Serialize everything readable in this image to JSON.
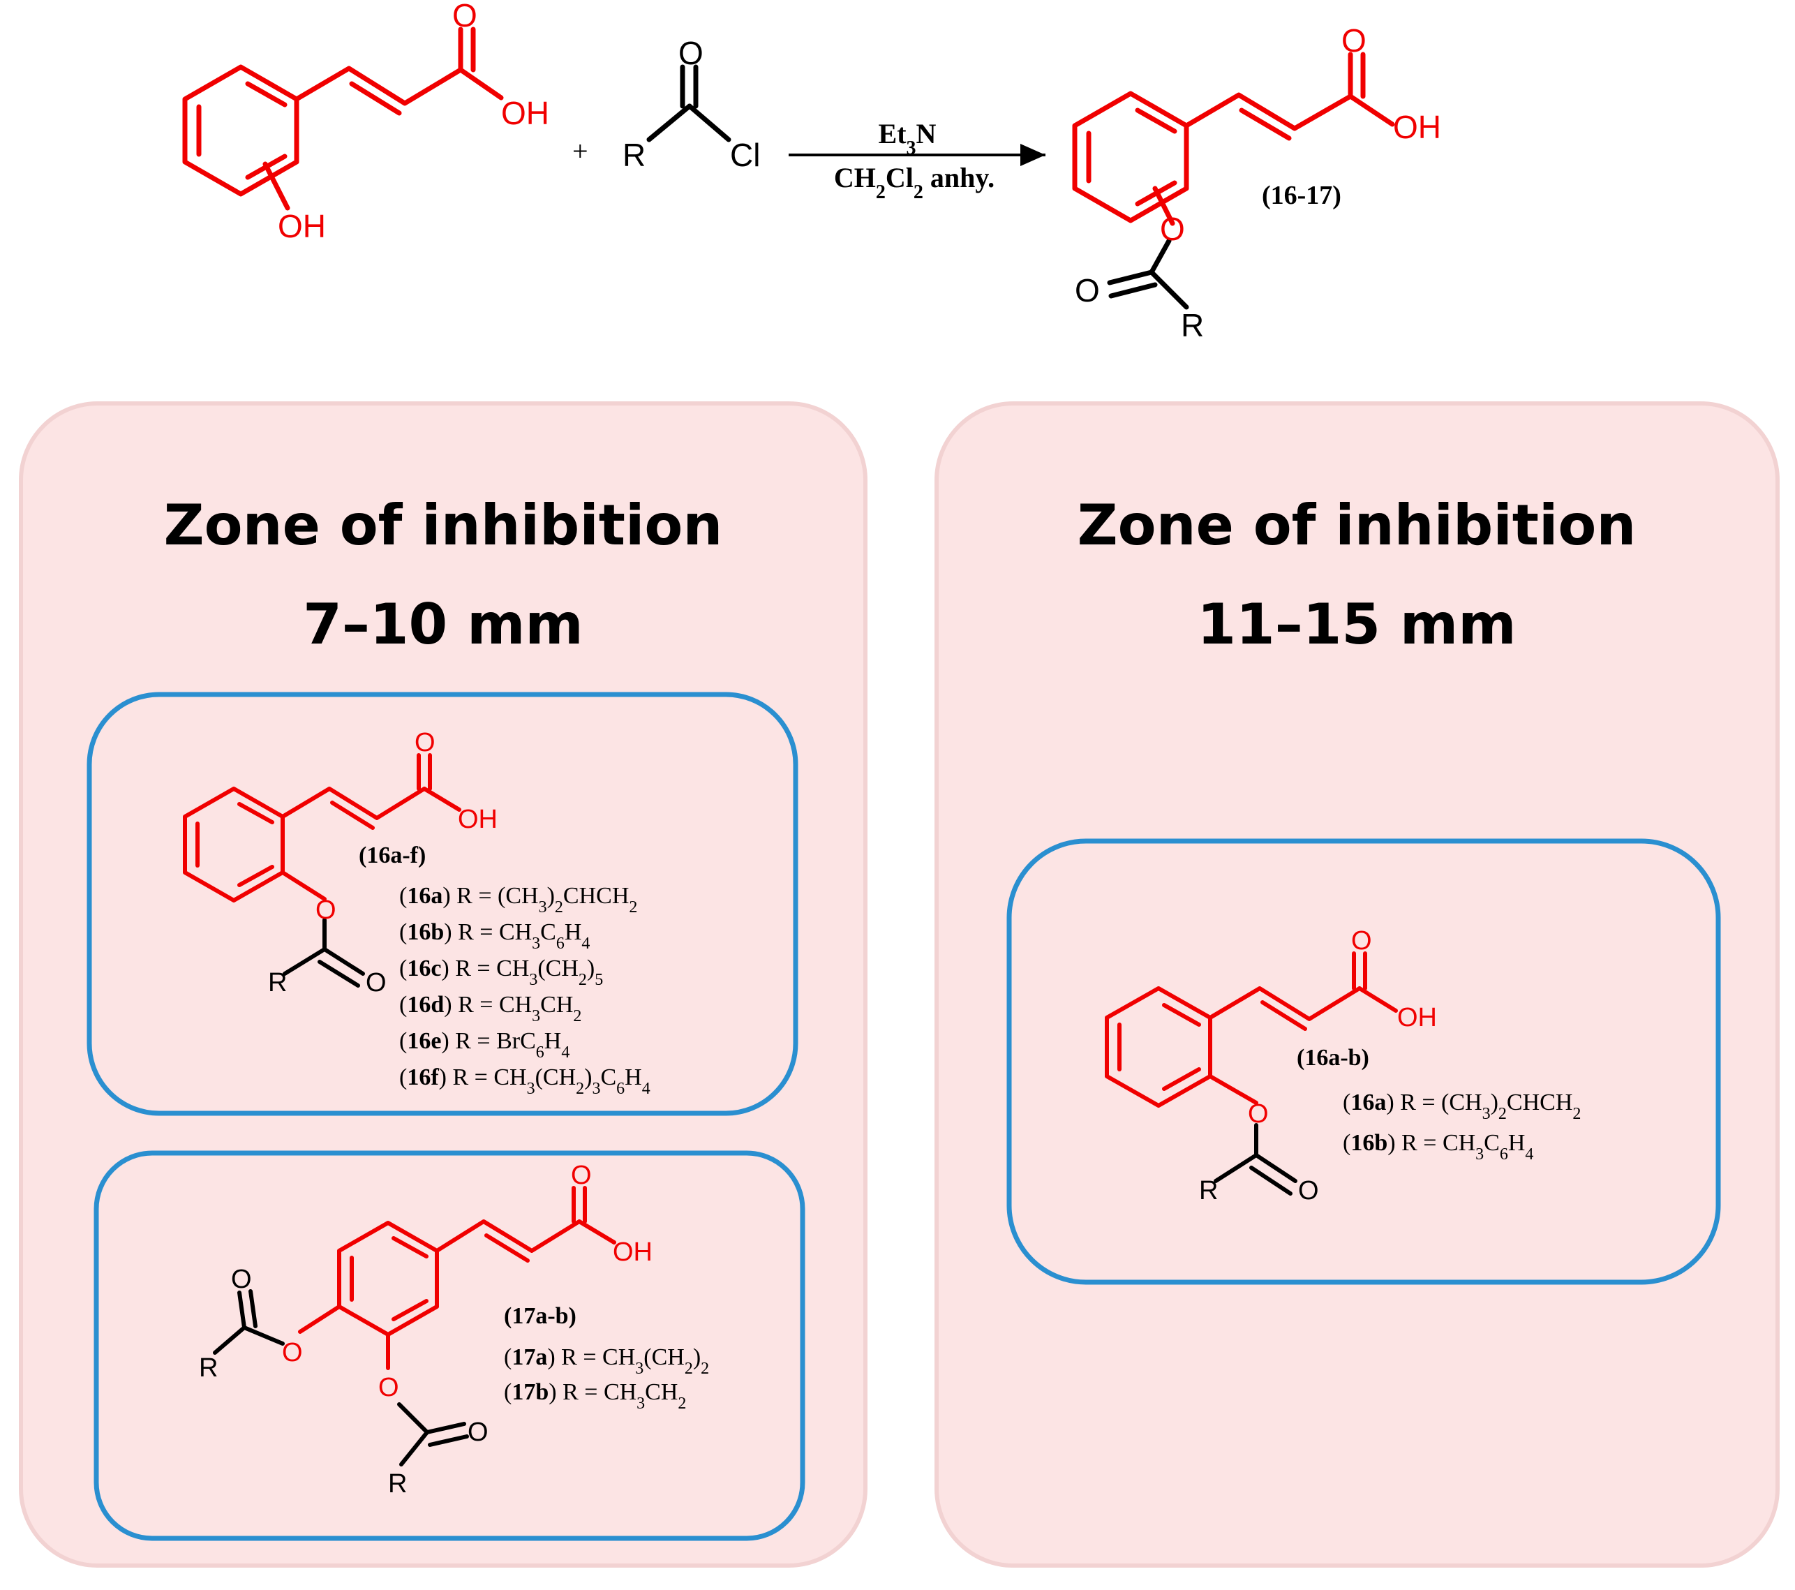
{
  "reaction": {
    "reagent_top": [
      "Et",
      "3",
      "N"
    ],
    "reagent_bottom": [
      "CH",
      "2",
      "Cl",
      "2",
      " anhy."
    ],
    "plus": "+",
    "product_label": "(16-17)",
    "atoms": {
      "oh": "OH",
      "o": "O",
      "r": "R",
      "cl": "Cl"
    }
  },
  "zones": [
    {
      "title": "Zone of inhibition",
      "range": "7–10 mm",
      "compounds": [
        {
          "series_label": "(16a-f)",
          "items": [
            {
              "id": "16a",
              "lhs": "R = ",
              "formula": [
                "(CH",
                "3",
                ")",
                "2",
                "CHCH",
                "2"
              ]
            },
            {
              "id": "16b",
              "lhs": "R = ",
              "formula": [
                "CH",
                "3",
                "C",
                "6",
                "H",
                "4"
              ]
            },
            {
              "id": "16c",
              "lhs": "R = ",
              "formula": [
                "CH",
                "3",
                "(CH",
                "2",
                ")",
                "5"
              ]
            },
            {
              "id": "16d",
              "lhs": "R = ",
              "formula": [
                "CH",
                "3",
                "CH",
                "2"
              ]
            },
            {
              "id": "16e",
              "lhs": "R = ",
              "formula": [
                "BrC",
                "6",
                "H",
                "4"
              ]
            },
            {
              "id": "16f",
              "lhs": "R = ",
              "formula": [
                "CH",
                "3",
                "(CH",
                "2",
                ")",
                "3",
                "C",
                "6",
                "H",
                "4"
              ]
            }
          ]
        },
        {
          "series_label": "(17a-b)",
          "items": [
            {
              "id": "17a",
              "lhs": "R = ",
              "formula": [
                "CH",
                "3",
                "(CH",
                "2",
                ")",
                "2"
              ]
            },
            {
              "id": "17b",
              "lhs": "R = ",
              "formula": [
                "CH",
                "3",
                "CH",
                "2"
              ]
            }
          ]
        }
      ]
    },
    {
      "title": "Zone of inhibition",
      "range": "11–15 mm",
      "compounds": [
        {
          "series_label": "(16a-b)",
          "items": [
            {
              "id": "16a",
              "lhs": "R = ",
              "formula": [
                "(CH",
                "3",
                ")",
                "2",
                "CHCH",
                "2"
              ]
            },
            {
              "id": "16b",
              "lhs": "R = ",
              "formula": [
                "CH",
                "3",
                "C",
                "6",
                "H",
                "4"
              ]
            }
          ]
        }
      ]
    }
  ],
  "colors": {
    "highlight": "#f00000",
    "ink": "#000000",
    "panel_fill": "#fce4e4",
    "panel_border": "#f2d2d2",
    "box_border": "#2a8fd0"
  }
}
